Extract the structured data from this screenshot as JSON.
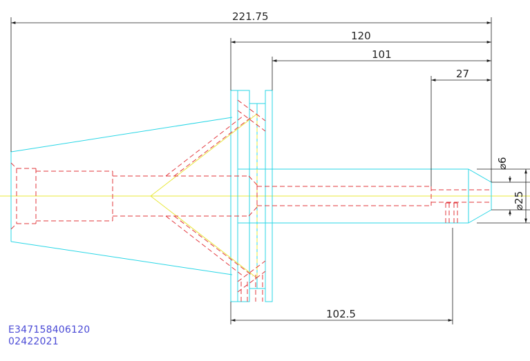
{
  "colors": {
    "outline": "#27d6e6",
    "hidden": "#e2343a",
    "centerline": "#e8e83a",
    "dimension": "#1a1a1a",
    "code_text": "#4a4ad6"
  },
  "dimensions": {
    "overall_length": "221.75",
    "flange_to_tip": "120",
    "shank_length": "101",
    "bore_depth": "27",
    "flange_to_hole": "102.5",
    "bore_diameter": "⌀6",
    "shank_diameter": "⌀25"
  },
  "codes": {
    "line1": "E347158406120",
    "line2": "02422021"
  }
}
